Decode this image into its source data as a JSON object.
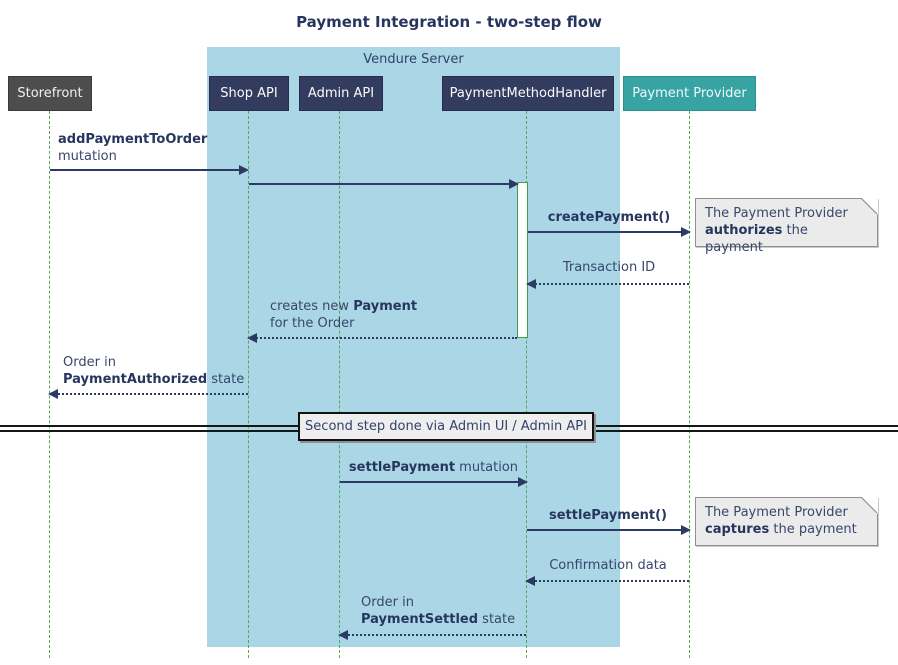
{
  "title": "Payment Integration - two-step flow",
  "frame": {
    "label": "Vendure Server"
  },
  "participants": [
    {
      "id": "storefront",
      "label": "Storefront"
    },
    {
      "id": "shop-api",
      "label": "Shop API"
    },
    {
      "id": "admin-api",
      "label": "Admin API"
    },
    {
      "id": "payment-method-handler",
      "label": "PaymentMethodHandler"
    },
    {
      "id": "payment-provider",
      "label": "Payment Provider"
    }
  ],
  "messages": {
    "m1_bold": "addPaymentToOrder",
    "m1_line2": "mutation",
    "m3_bold": "createPayment()",
    "m4": "Transaction ID",
    "m5_pre": "creates new ",
    "m5_bold": "Payment",
    "m5_line2": "for the Order",
    "m6_line1": "Order in",
    "m6_bold": "PaymentAuthorized",
    "m6_rest": " state",
    "m7_bold": "settlePayment",
    "m7_rest": " mutation",
    "m8_bold": "settlePayment()",
    "m9": "Confirmation data",
    "m10_line1": "Order in",
    "m10_bold": "PaymentSettled",
    "m10_rest": " state"
  },
  "divider": {
    "label": "Second step done via Admin UI / Admin API"
  },
  "notes": [
    {
      "line1": "The Payment Provider",
      "bold": "authorizes",
      "rest": " the payment"
    },
    {
      "line1": "The Payment Provider",
      "bold": "captures",
      "rest": " the payment"
    }
  ],
  "colors": {
    "participant_navy": "#333c5e",
    "participant_gray": "#4d4d4d",
    "participant_teal": "#38a3a3",
    "frame_background": "#aad6e6",
    "lifeline_green": "#58a658",
    "activation_border": "#3f9e4f",
    "arrow_text_navy": "#2b3a64",
    "note_background": "#ebebeb",
    "divider_box_background": "#eeeeee"
  }
}
